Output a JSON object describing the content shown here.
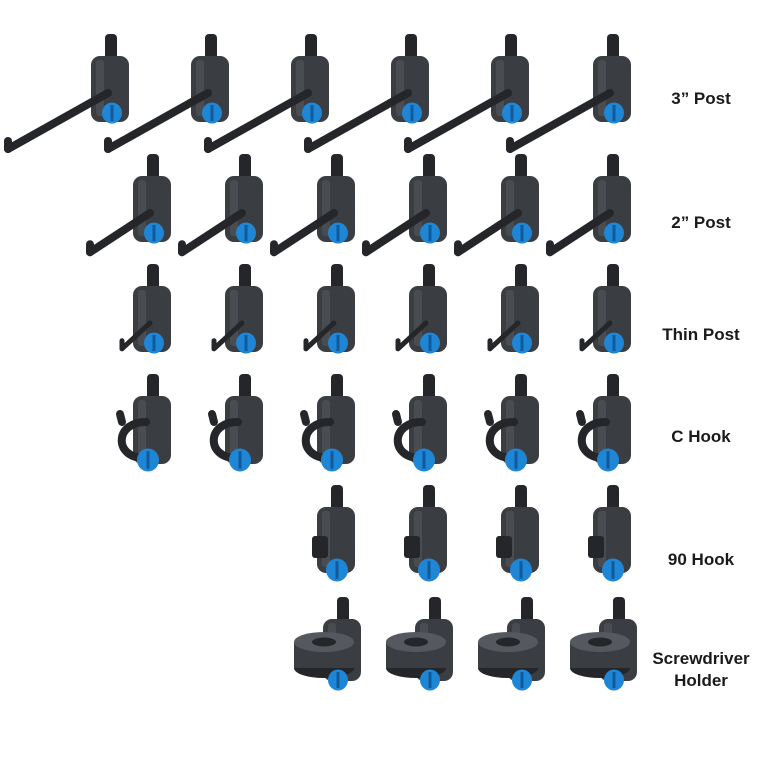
{
  "colors": {
    "plastic": "#3a3d42",
    "plastic_dark": "#24262a",
    "plastic_light": "#55595f",
    "screw": "#1f86d6",
    "screw_dark": "#0f5a9a",
    "background": "#ffffff"
  },
  "rows": [
    {
      "id": "3in-post",
      "label": [
        "3” Post"
      ],
      "count": 6,
      "kind": "post-long"
    },
    {
      "id": "2in-post",
      "label": [
        "2” Post"
      ],
      "count": 6,
      "kind": "post-medium"
    },
    {
      "id": "thin-post",
      "label": [
        "Thin Post"
      ],
      "count": 6,
      "kind": "post-thin"
    },
    {
      "id": "c-hook",
      "label": [
        "C Hook"
      ],
      "count": 6,
      "kind": "c-hook"
    },
    {
      "id": "90-hook",
      "label": [
        "90 Hook"
      ],
      "count": 4,
      "kind": "hook-90"
    },
    {
      "id": "screwdriver",
      "label": [
        "Screwdriver",
        "Holder"
      ],
      "count": 4,
      "kind": "screwdriver-holder"
    }
  ]
}
